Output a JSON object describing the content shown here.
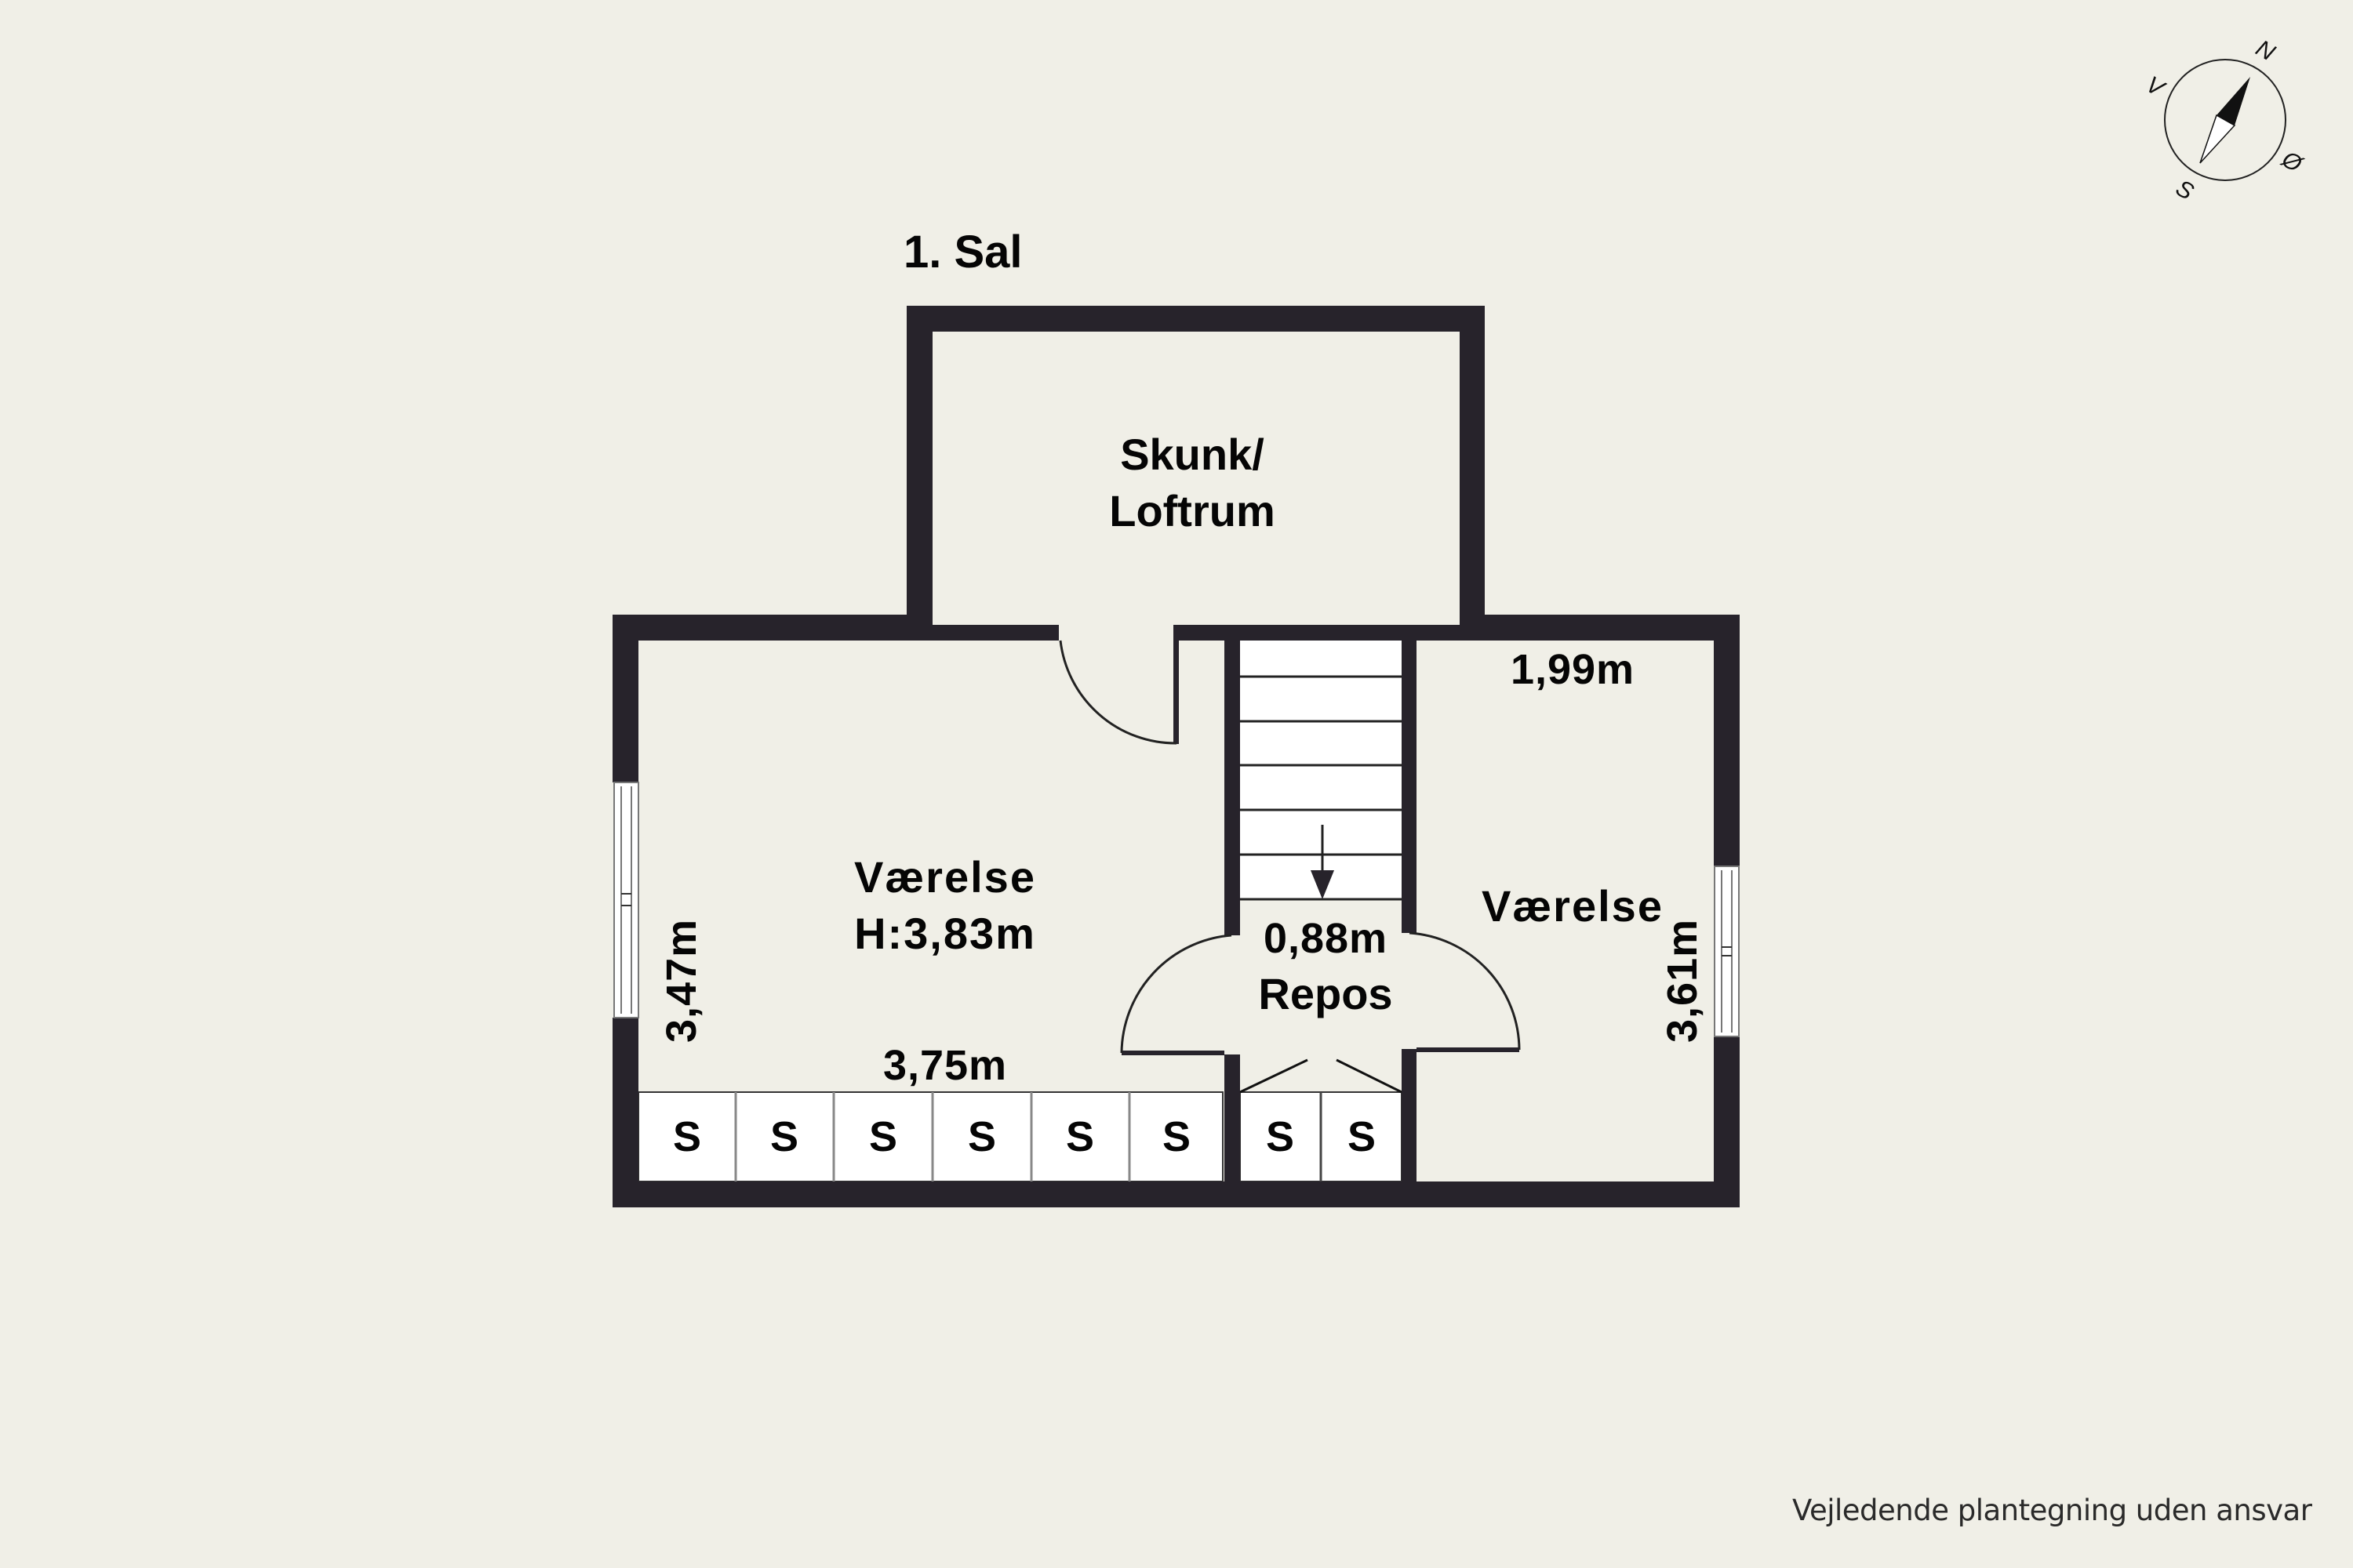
{
  "floor_title": "1. Sal",
  "rooms": {
    "storage_attic": {
      "line1": "Skunk/",
      "line2": "Loftrum"
    },
    "room_left": {
      "name": "Værelse",
      "height": "H:3,83m",
      "dim_width": "3,75m",
      "dim_depth": "3,47m"
    },
    "landing": {
      "dim_width": "0,88m",
      "name": "Repos"
    },
    "room_right": {
      "name": "Værelse",
      "dim_width": "1,99m",
      "dim_depth": "3,61m"
    }
  },
  "storage_units": {
    "label": "S",
    "left_room": [
      "S",
      "S",
      "S",
      "S",
      "S",
      "S"
    ],
    "stair_section": [
      "S",
      "S"
    ]
  },
  "compass": {
    "north": "N",
    "south": "S",
    "east": "Ø",
    "west": "V"
  },
  "footer": {
    "disclaimer": "Vejledende plantegning uden ansvar"
  },
  "colors": {
    "background": "#f0efe7",
    "wall": "#27232b",
    "storage_fill": "#ffffff",
    "text": "#050505"
  }
}
